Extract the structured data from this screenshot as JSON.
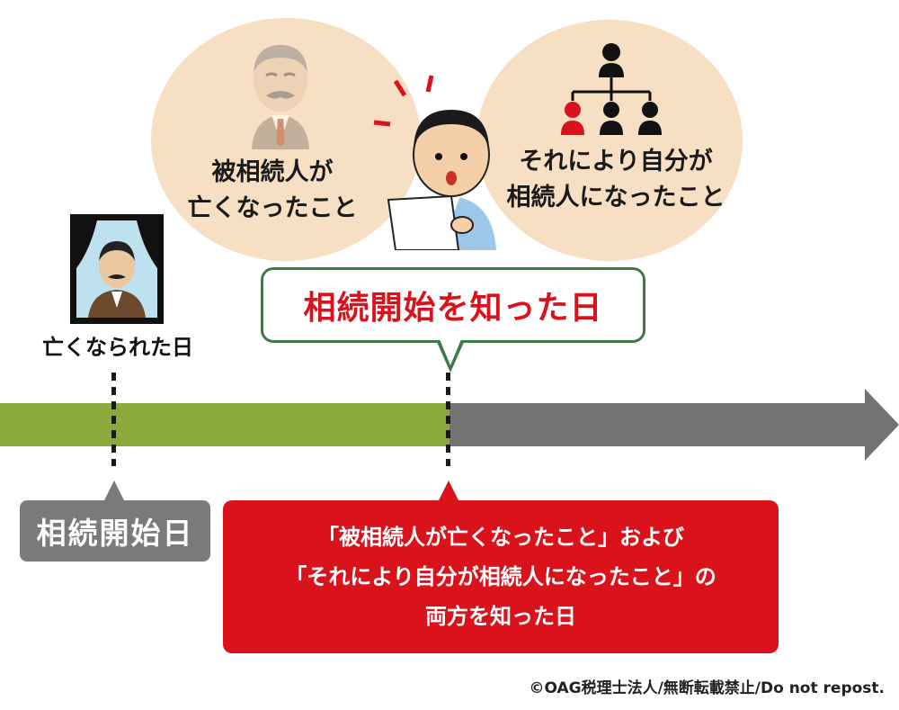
{
  "bubbles": {
    "left_text": "被相続人が\n亡くなったこと",
    "right_text": "それにより自分が\n相続人になったこと"
  },
  "callout": {
    "label": "相続開始を知った日"
  },
  "died_label": "亡くなられた日",
  "start_box": {
    "label": "相続開始日"
  },
  "red_box": {
    "line1": "「被相続人が亡くなったこと」および",
    "line2": "「それにより自分が相続人になったこと」の",
    "line3": "両方を知った日"
  },
  "credit": "©OAG税理士法人/無断転載禁止/Do not repost.",
  "colors": {
    "timeline_green": "#8aab3c",
    "timeline_gray": "#737373",
    "accent_red": "#d9121c",
    "callout_green": "#3e7a45",
    "bubble_beige": "#f7dfc4"
  }
}
